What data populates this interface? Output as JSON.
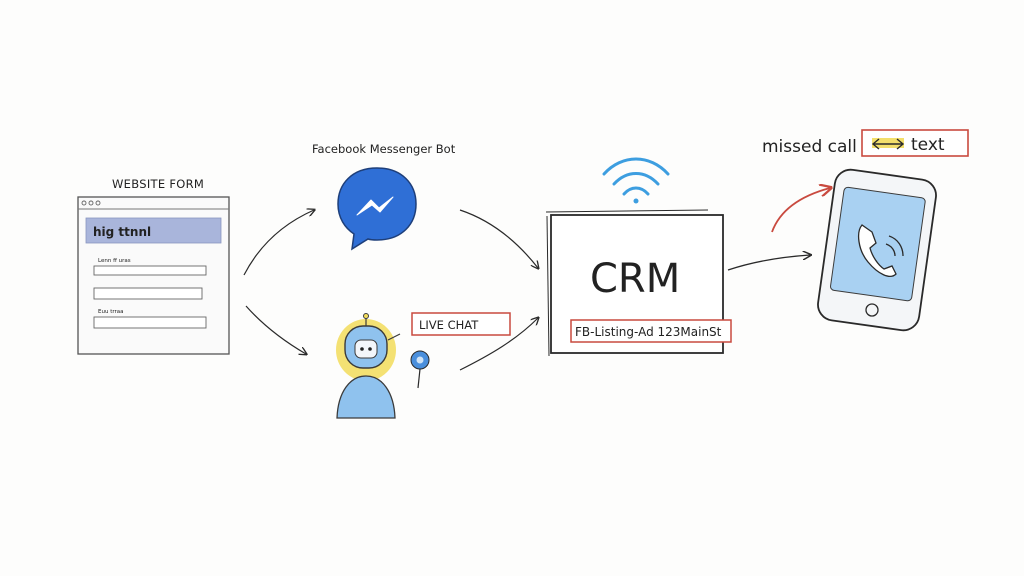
{
  "website_form": {
    "title": "WEBSITE FORM",
    "header_text": "hig ttnnl",
    "field_label_1": "Lenn ff uras",
    "field_label_2": "Euu trraa"
  },
  "messenger": {
    "title": "Facebook Messenger Bot"
  },
  "live_chat": {
    "label": "LIVE CHAT"
  },
  "crm": {
    "title": "CRM",
    "tag": "FB-Listing-Ad 123MainSt"
  },
  "missed_call": {
    "text_left": "missed call",
    "text_right": "text"
  },
  "colors": {
    "accent_blue": "#2f6fd6",
    "light_blue": "#8fc2ee",
    "red": "#c94a3f",
    "yellow": "#f2dc5b",
    "ink": "#2a2a2a"
  }
}
